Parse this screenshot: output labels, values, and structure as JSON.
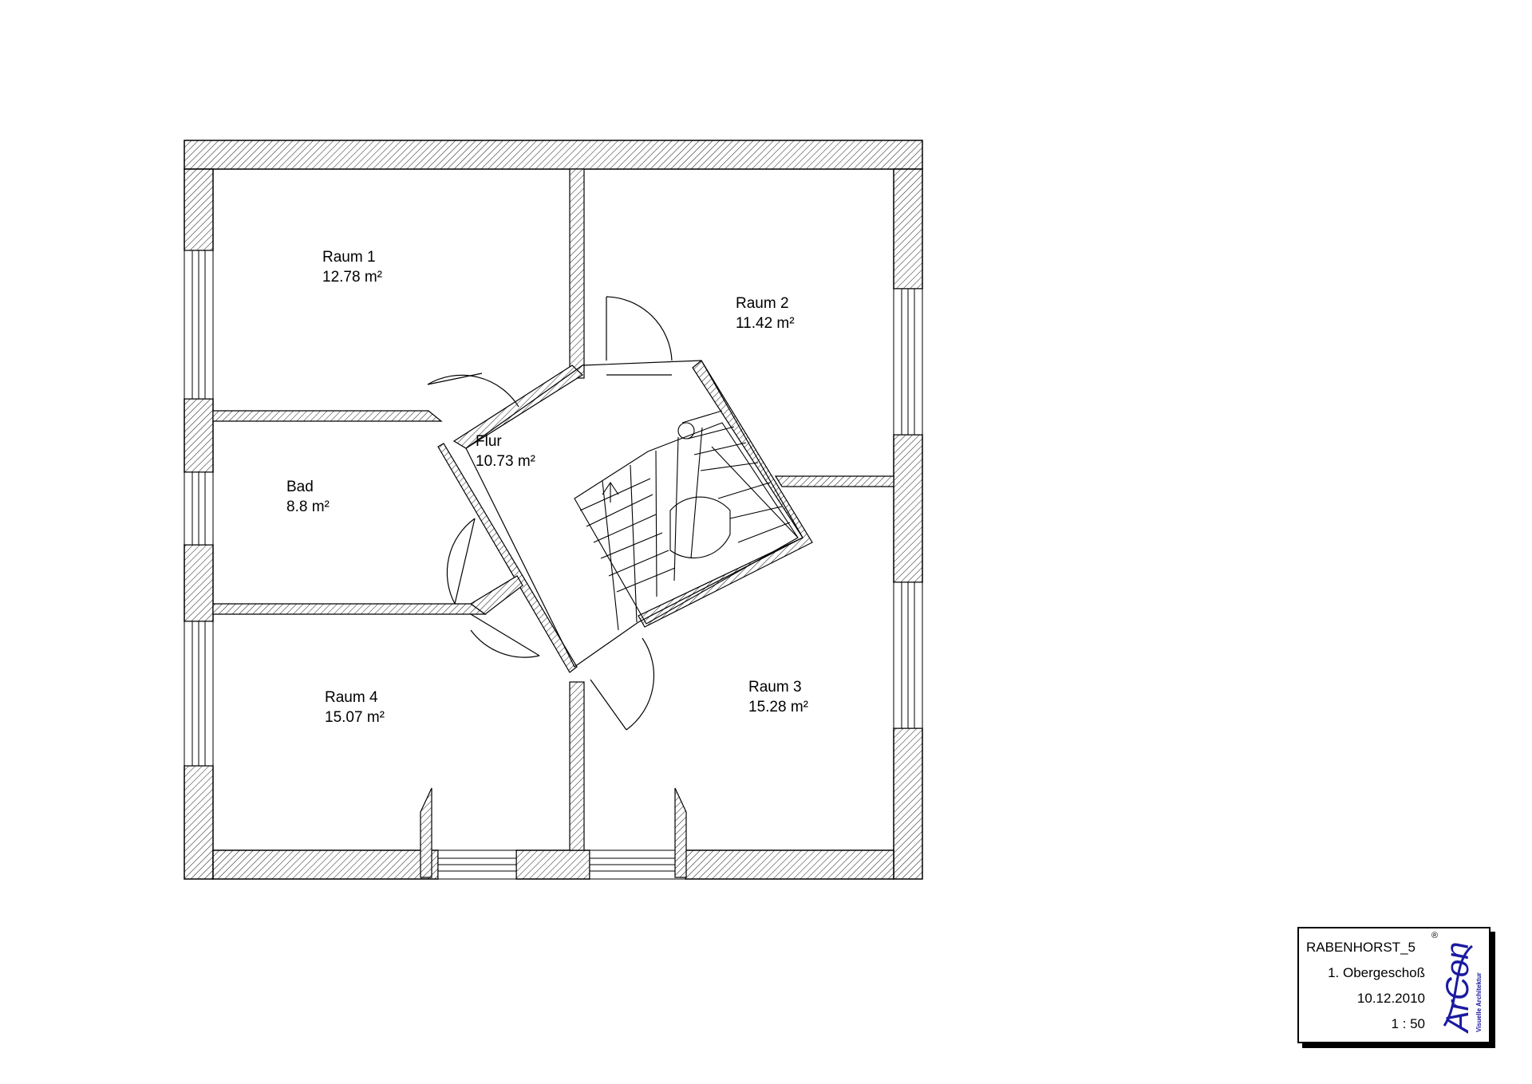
{
  "plan": {
    "rooms": [
      {
        "name": "Raum 1",
        "area": "12.78 m²"
      },
      {
        "name": "Raum 2",
        "area": "11.42 m²"
      },
      {
        "name": "Flur",
        "area": "10.73 m²"
      },
      {
        "name": "Bad",
        "area": "8.8 m²"
      },
      {
        "name": "Raum 4",
        "area": "15.07 m²"
      },
      {
        "name": "Raum 3",
        "area": "15.28 m²"
      }
    ]
  },
  "titleblock": {
    "project": "RABENHORST_5",
    "floor": "1. Obergeschoß",
    "date": "10.12.2010",
    "scale": "1 : 50",
    "logo_text": "ArCon",
    "logo_subtitle": "Visuelle Architektur",
    "logo_mark": "®",
    "logo_color": "#1a1aa0"
  }
}
